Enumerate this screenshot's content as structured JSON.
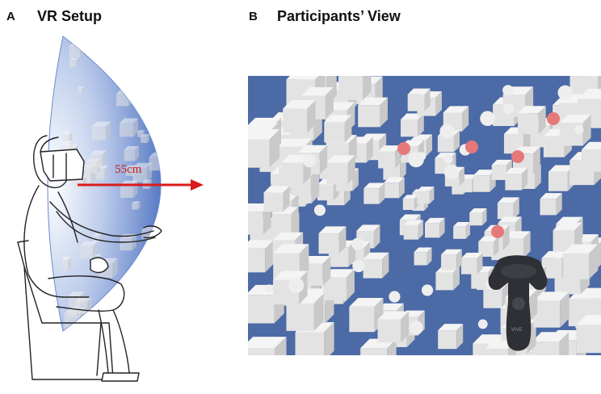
{
  "panel_a": {
    "letter": "A",
    "title": "VR Setup",
    "distance_label": "55cm"
  },
  "panel_b": {
    "letter": "B",
    "title": "Participants’ View",
    "controller_brand": "VIVE"
  },
  "colors": {
    "scene_background": "#4b6aa6",
    "cube": "#e6e6e6",
    "sphere_white": "#eeeeee",
    "sphere_red": "#e7787a",
    "arrow": "#d91b1b",
    "dome": "#5c80c8",
    "controller": "#2f3035"
  },
  "icons": {
    "figure": "seated-person-with-vr-headset",
    "controller": "vive-controller-icon"
  }
}
